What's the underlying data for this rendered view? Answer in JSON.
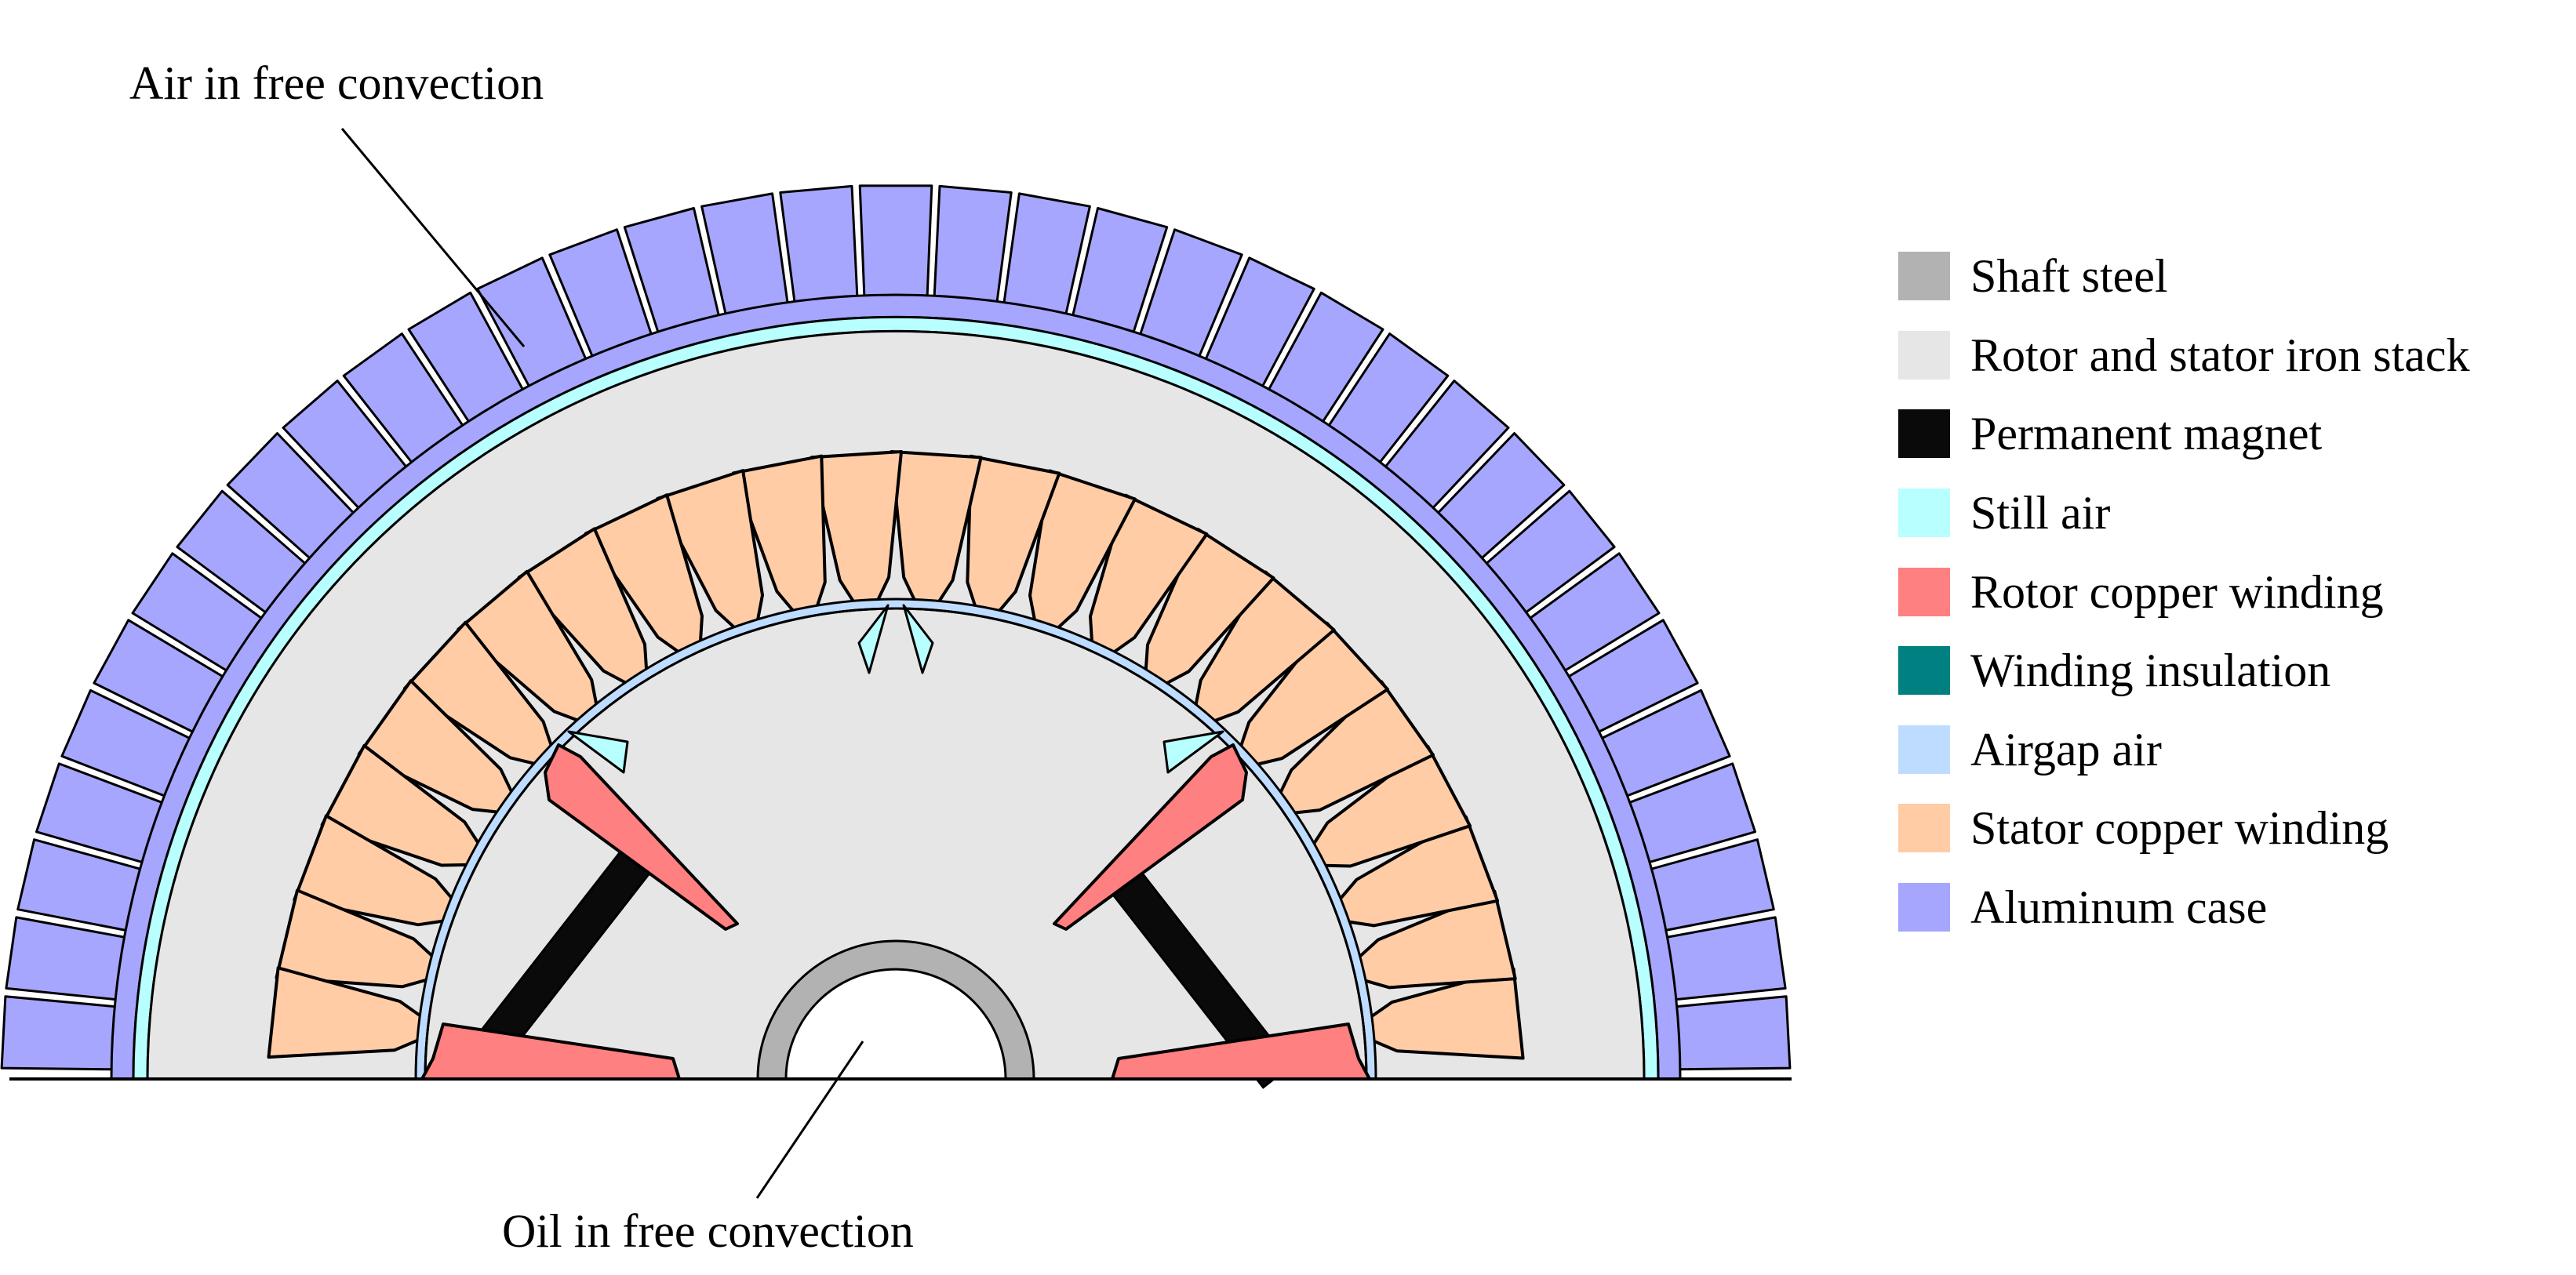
{
  "callouts": {
    "air_label": "Air in free convection",
    "oil_label": "Oil in free convection"
  },
  "legend": {
    "items": [
      {
        "label": "Shaft steel",
        "color": "#b2b2b2"
      },
      {
        "label": "Rotor and stator iron stack",
        "color": "#e6e6e6"
      },
      {
        "label": "Permanent magnet",
        "color": "#0a0a0a"
      },
      {
        "label": "Still air",
        "color": "#b8ffff"
      },
      {
        "label": "Rotor copper winding",
        "color": "#ff8080"
      },
      {
        "label": "Winding insulation",
        "color": "#008080"
      },
      {
        "label": "Airgap air",
        "color": "#bedcff"
      },
      {
        "label": "Stator copper winding",
        "color": "#ffcca6"
      },
      {
        "label": "Aluminum case",
        "color": "#a6a6ff"
      }
    ]
  }
}
